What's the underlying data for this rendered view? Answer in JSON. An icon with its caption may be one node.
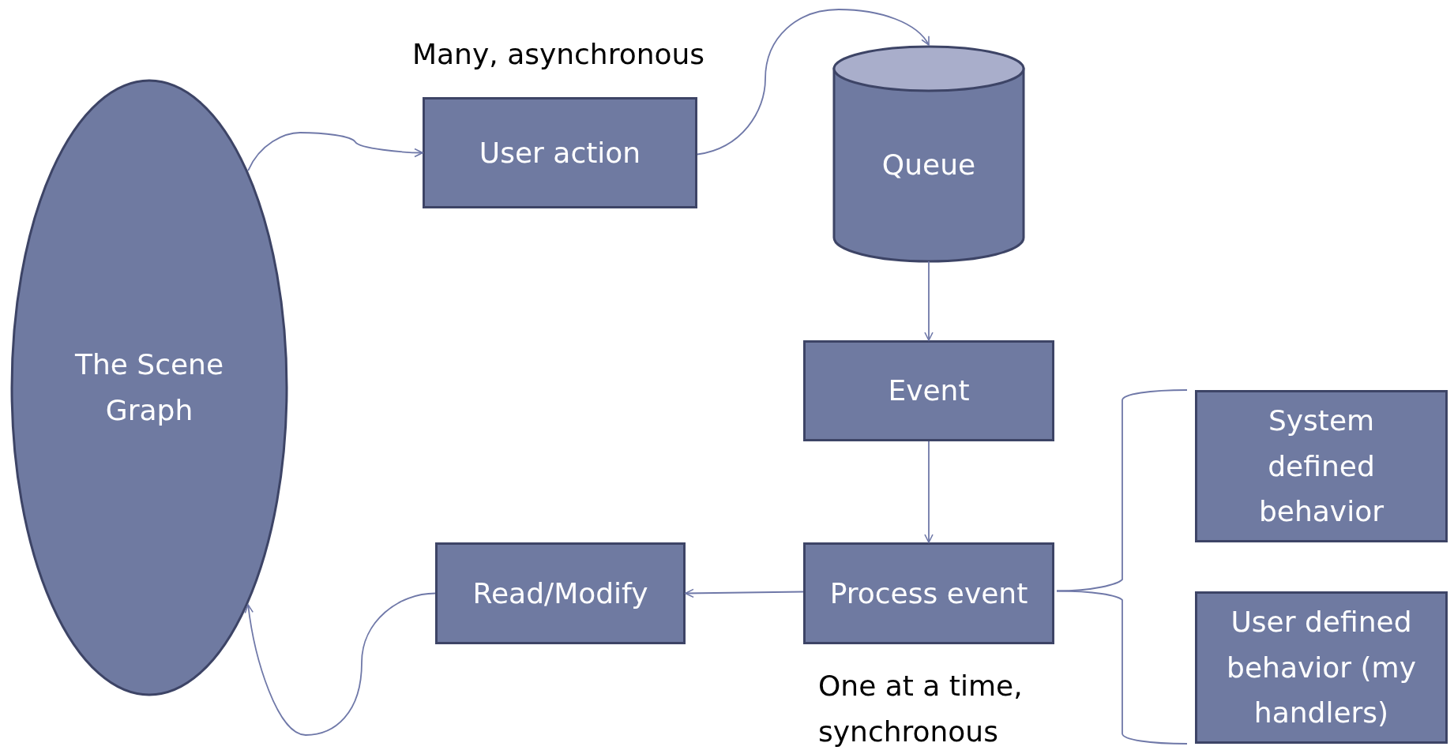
{
  "diagram": {
    "nodes": [
      {
        "text": [
          "The Scene Graph"
        ]
      },
      {
        "text": [
          "User action"
        ],
        "beside": [
          "Many, asynchronous"
        ]
      },
      {
        "text": [
          "Queue"
        ]
      },
      {
        "text": [
          "Event"
        ]
      },
      {
        "text": [
          "Process event"
        ],
        "beside": [
          "One at a time, synchronous"
        ]
      },
      {
        "text": [
          "Read/Modify"
        ]
      },
      {
        "text": [
          "System defined behavior"
        ]
      },
      {
        "text": [
          "User defined behavior (my handlers)"
        ]
      }
    ],
    "edges": [
      {
        "from": 0,
        "to": 1,
        "arrow": "to"
      },
      {
        "from": 1,
        "to": 2,
        "arrow": "to"
      },
      {
        "from": 2,
        "to": 3,
        "arrow": "to"
      },
      {
        "from": 3,
        "to": 4,
        "arrow": "to"
      },
      {
        "from": 4,
        "to": 5,
        "arrow": "to"
      },
      {
        "from": 5,
        "to": 0,
        "arrow": "to"
      },
      {
        "from": 4,
        "to": 6,
        "arrow": "none"
      },
      {
        "from": 4,
        "to": 7,
        "arrow": "none"
      }
    ]
  }
}
